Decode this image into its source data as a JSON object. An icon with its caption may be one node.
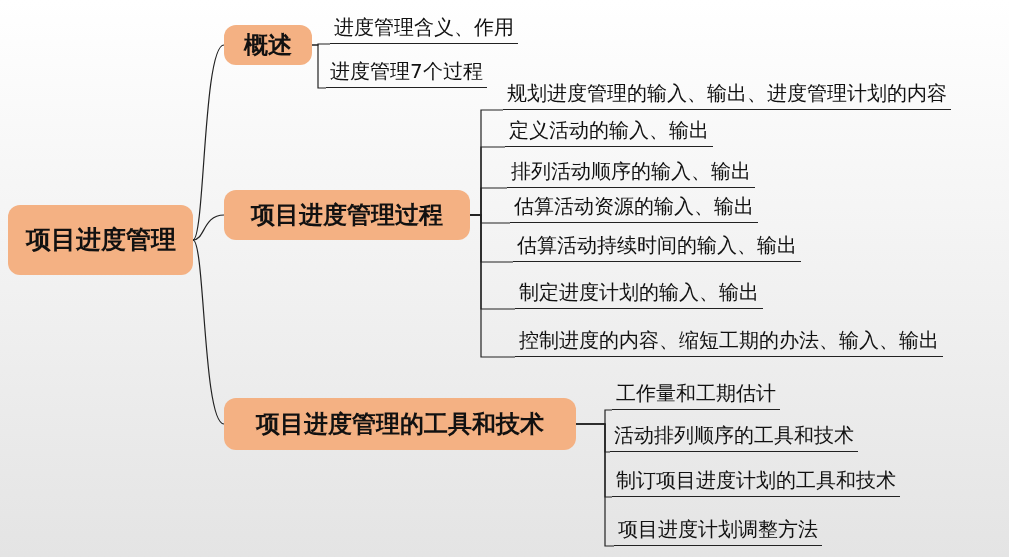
{
  "diagram": {
    "nodes": [
      {
        "text": [
          "项目进度管理"
        ]
      },
      {
        "text": [
          "概述"
        ]
      },
      {
        "text": [
          "项目进度管理过程"
        ]
      },
      {
        "text": [
          "项目进度管理的工具和技术"
        ]
      },
      {
        "text": [
          "进度管理含义、作用"
        ]
      },
      {
        "text": [
          "进度管理7个过程"
        ]
      },
      {
        "text": [
          "规划进度管理的输入、输出、进度管理计划的内容"
        ]
      },
      {
        "text": [
          "定义活动的输入、输出"
        ]
      },
      {
        "text": [
          "排列活动顺序的输入、输出"
        ]
      },
      {
        "text": [
          "估算活动资源的输入、输出"
        ]
      },
      {
        "text": [
          "估算活动持续时间的输入、输出"
        ]
      },
      {
        "text": [
          "制定进度计划的输入、输出"
        ]
      },
      {
        "text": [
          "控制进度的内容、缩短工期的办法、输入、输出"
        ]
      },
      {
        "text": [
          "工作量和工期估计"
        ]
      },
      {
        "text": [
          "活动排列顺序的工具和技术"
        ]
      },
      {
        "text": [
          "制订项目进度计划的工具和技术"
        ]
      },
      {
        "text": [
          "项目进度计划调整方法"
        ]
      }
    ],
    "edges": [
      {
        "from": 0,
        "to": 1,
        "arrow": "none"
      },
      {
        "from": 0,
        "to": 2,
        "arrow": "none"
      },
      {
        "from": 0,
        "to": 3,
        "arrow": "none"
      },
      {
        "from": 1,
        "to": 4,
        "arrow": "none"
      },
      {
        "from": 1,
        "to": 5,
        "arrow": "none"
      },
      {
        "from": 2,
        "to": 6,
        "arrow": "none"
      },
      {
        "from": 2,
        "to": 7,
        "arrow": "none"
      },
      {
        "from": 2,
        "to": 8,
        "arrow": "none"
      },
      {
        "from": 2,
        "to": 9,
        "arrow": "none"
      },
      {
        "from": 2,
        "to": 10,
        "arrow": "none"
      },
      {
        "from": 2,
        "to": 11,
        "arrow": "none"
      },
      {
        "from": 2,
        "to": 12,
        "arrow": "none"
      },
      {
        "from": 3,
        "to": 13,
        "arrow": "none"
      },
      {
        "from": 3,
        "to": 14,
        "arrow": "none"
      },
      {
        "from": 3,
        "to": 15,
        "arrow": "none"
      },
      {
        "from": 3,
        "to": 16,
        "arrow": "none"
      }
    ]
  }
}
